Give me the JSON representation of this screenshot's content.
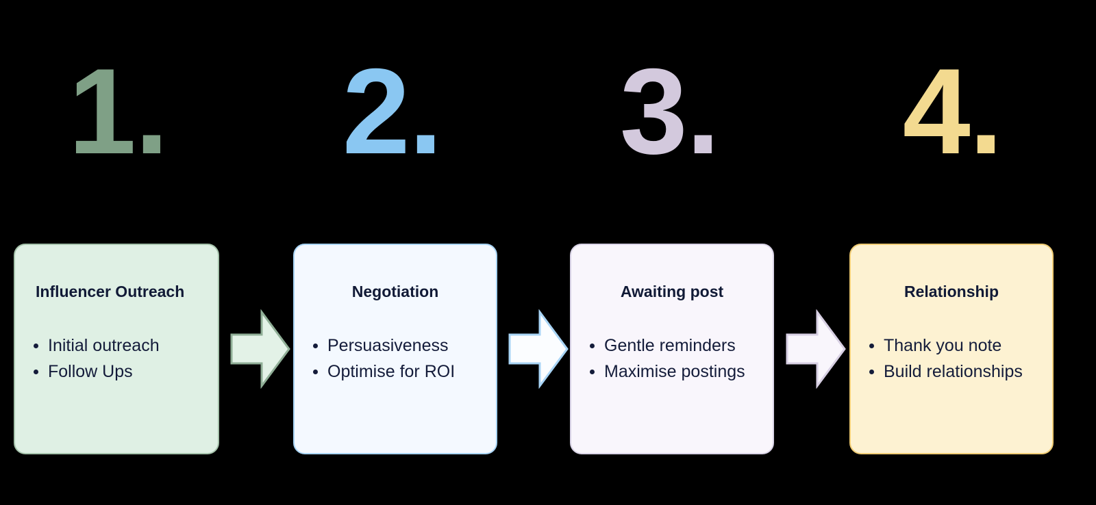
{
  "background_color": "#000000",
  "diagram": {
    "type": "process-flow",
    "orientation": "horizontal",
    "step_count": 4,
    "steps": [
      {
        "number_label": "1.",
        "number_color": "#7fa086",
        "title": "Influencer Outreach",
        "title_align": "left",
        "bullets": [
          "Initial outreach",
          "Follow Ups"
        ],
        "card_fill": "#dff0e4",
        "card_border": "#a5c3ab"
      },
      {
        "number_label": "2.",
        "number_color": "#8ac7f2",
        "title": "Negotiation",
        "title_align": "center",
        "bullets": [
          "Persuasiveness",
          "Optimise for ROI"
        ],
        "card_fill": "#f4f9ff",
        "card_border": "#a8d4f5"
      },
      {
        "number_label": "3.",
        "number_color": "#d3c9dd",
        "title": "Awaiting post",
        "title_align": "center",
        "bullets": [
          "Gentle reminders",
          "Maximise postings"
        ],
        "card_fill": "#f9f6fc",
        "card_border": "#d9d3e6"
      },
      {
        "number_label": "4.",
        "number_color": "#f3da90",
        "title": "Relationship",
        "title_align": "center",
        "bullets": [
          "Thank you note",
          "Build relationships"
        ],
        "card_fill": "#fdf2d2",
        "card_border": "#f0cc74"
      }
    ],
    "connectors": [
      {
        "icon": "arrow-right-icon",
        "fill": "#e3f2e7",
        "stroke": "#8fae96"
      },
      {
        "icon": "arrow-right-icon",
        "fill": "#fbfdff",
        "stroke": "#a8d4f5"
      },
      {
        "icon": "arrow-right-icon",
        "fill": "#f9f6fc",
        "stroke": "#d7cfe3"
      }
    ],
    "text_color": "#141c3a"
  }
}
